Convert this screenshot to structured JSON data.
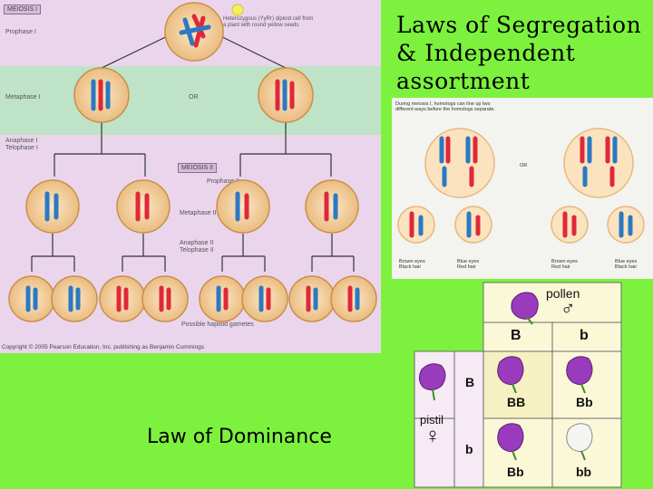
{
  "title": "Laws of Segregation & Independent assortment",
  "dominance_label": "Law of Dominance",
  "meiosis": {
    "tag1": "MEIOSIS I",
    "prophase1": "Prophase I",
    "heterozygous_note": "Heterozygous (YyRr) diploid cell from a plant with round yellow seeds",
    "metaphase1": "Metaphase I",
    "or": "OR",
    "anaphase1": "Anaphase I",
    "telophase1": "Telophase I",
    "tag2": "MEIOSIS II",
    "prophase2": "Prophase II",
    "metaphase2": "Metaphase II",
    "anaphase2": "Anaphase II",
    "telophase2": "Telophase II",
    "gametes": "Possible haploid gametes",
    "copyright": "Copyright © 2005 Pearson Education, Inc. publishing as Benjamin Cummings"
  },
  "homolog": {
    "note": "During meiosis I, homologs can line up two different ways before the homologs separate.",
    "or": "OR",
    "g1": "Brown eyes\nBlack hair",
    "g2": "Blue eyes\nRed hair",
    "g3": "Brown eyes\nRed hair",
    "g4": "Blue eyes\nBlack hair"
  },
  "punnett": {
    "pollen": "pollen",
    "male_symbol": "♂",
    "pistil": "pistil",
    "female_symbol": "♀",
    "col1": "B",
    "col2": "b",
    "row1": "B",
    "row2": "b",
    "c11": "BB",
    "c12": "Bb",
    "c21": "Bb",
    "c22": "bb"
  },
  "colors": {
    "background": "#7df23e",
    "meiosis_bg": "#ead5ec",
    "band": "#bfe3c6",
    "chrom_red": "#e0283a",
    "chrom_blue": "#2b79c4",
    "purple_flower": "#9a3bbd",
    "white_flower": "#f4f4f2"
  }
}
